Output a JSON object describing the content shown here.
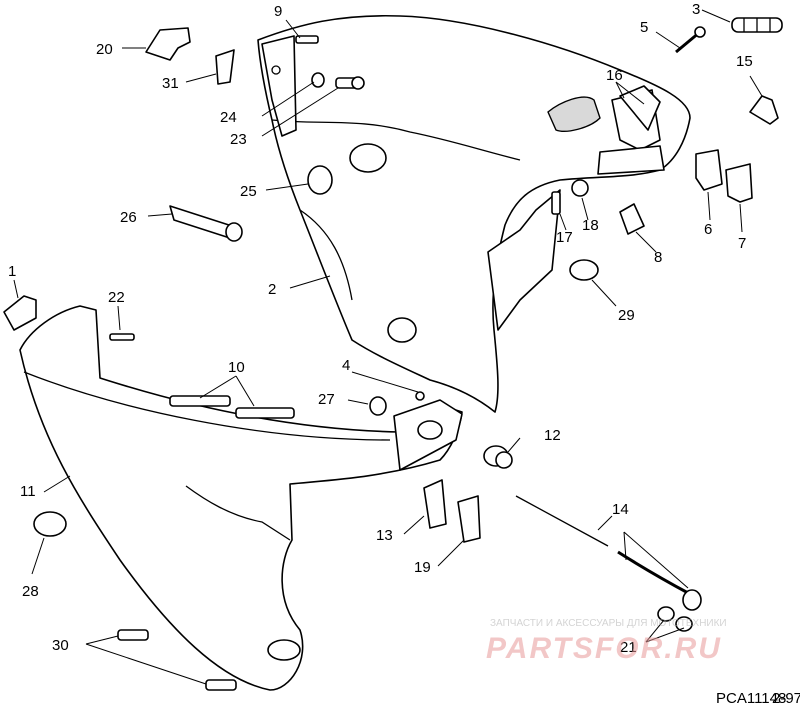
{
  "callouts": [
    {
      "id": "c1",
      "text": "1"
    },
    {
      "id": "c2",
      "text": "2"
    },
    {
      "id": "c3",
      "text": "3"
    },
    {
      "id": "c4",
      "text": "4"
    },
    {
      "id": "c5",
      "text": "5"
    },
    {
      "id": "c6",
      "text": "6"
    },
    {
      "id": "c7",
      "text": "7"
    },
    {
      "id": "c8",
      "text": "8"
    },
    {
      "id": "c9",
      "text": "9"
    },
    {
      "id": "c10",
      "text": "10"
    },
    {
      "id": "c11",
      "text": "11"
    },
    {
      "id": "c12",
      "text": "12"
    },
    {
      "id": "c13",
      "text": "13"
    },
    {
      "id": "c14",
      "text": "14"
    },
    {
      "id": "c15",
      "text": "15"
    },
    {
      "id": "c16",
      "text": "16"
    },
    {
      "id": "c17",
      "text": "17"
    },
    {
      "id": "c18",
      "text": "18"
    },
    {
      "id": "c19",
      "text": "19"
    },
    {
      "id": "c20",
      "text": "20"
    },
    {
      "id": "c21",
      "text": "21"
    },
    {
      "id": "c22",
      "text": "22"
    },
    {
      "id": "c23",
      "text": "23"
    },
    {
      "id": "c24",
      "text": "24"
    },
    {
      "id": "c25",
      "text": "25"
    },
    {
      "id": "c26",
      "text": "26"
    },
    {
      "id": "c27",
      "text": "27"
    },
    {
      "id": "c28",
      "text": "28"
    },
    {
      "id": "c29",
      "text": "29"
    },
    {
      "id": "c30",
      "text": "30"
    },
    {
      "id": "c31",
      "text": "31"
    }
  ],
  "watermark": {
    "caption": "ЗАПЧАСТИ И АКСЕССУАРЫ ДЛЯ МОТОТЕХНИКИ",
    "brand": "PARTSFOR.RU"
  },
  "footer": {
    "code": "PCA11148",
    "page": "2-97"
  }
}
